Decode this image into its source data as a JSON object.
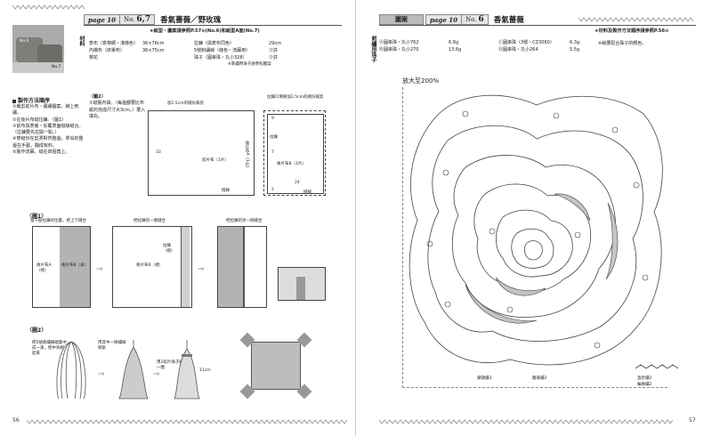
{
  "left": {
    "page_label": "page 10",
    "no_label": "No.",
    "no_value": "6,7",
    "title": "香氣薔薇／野玫瑰",
    "paper_note": "★紙型・圖案請參照P.57⊙(No.6)和紙型A面(No.7)",
    "photo_tags": [
      "No.6",
      "No.7"
    ],
    "materials_label": "材料",
    "materials_left": [
      {
        "name": "表布（意棉綢・淺綠色）",
        "size": "36×76cm"
      },
      {
        "name": "內襯布（床單布）",
        "size": "36×75cm"
      },
      {
        "name": "棉花",
        "size": ""
      }
    ],
    "materials_right": [
      {
        "name": "拉鍊（與表布同色）",
        "size": "29cm"
      },
      {
        "name": "5號刺繡線（綠色・流蘇用）",
        "size": "少許"
      },
      {
        "name": "珠子（圓串珠・丸小328）",
        "size": "少許"
      }
    ],
    "materials_note": "※刺繡用珠子請參照圖案",
    "steps_title": "製作方法順序",
    "steps": [
      "①裁剪前片布・畫繡圖案，線上刺繡。",
      "②在後片布縫拉鍊。〈圖1〉",
      "③前布與表番・反覆表面縫線縫合。（拉鍊要先拉開一點。）",
      "④穿縫份在剪燙對齊整邊，拿出的整邊在手藝，翻成有料。",
      "⑤製作流蘇，縫在四個角上。"
    ],
    "fig2_note_title": "〈圖2〉",
    "fig2_note": "①縫製內袋。（每邊都要比布紙的完成尺寸大3cm。）要入填充。",
    "diagram_labels": {
      "seam_add": "加1.5cm的縫份裁剪",
      "zip_add": "拉鍊口側要加2.5cm的縫份裁剪",
      "front": "前片布（1片）",
      "back": "後片布B（1片）",
      "back_a": "後片布A（1片）",
      "zip": "拉鍊",
      "cut": "折線",
      "fold": "摺線",
      "d33": "33",
      "d9": "9",
      "d7": "7",
      "d24": "24",
      "d2": "2"
    },
    "fig1_title": "〈圖1〉",
    "fig1_steps": [
      "留下裝拉鍊的位置，把上下縫合",
      "把拉鍊的一側縫合",
      "把拉鍊的另一側縫合"
    ],
    "fig1_labels": {
      "back_a": "後片布A（裡）",
      "back_b": "後片布B（表）",
      "back_b2": "後片布B（裡）",
      "zip": "拉鍊（裡）"
    },
    "fig2_title": "〈圖2〉",
    "fig2_steps": [
      "把5號刺繡線繞集中成一束，把中央綁起來",
      "用其中一條繡線捆紮",
      "用2段片珠子綁一圈"
    ],
    "fig2_dim": "11cm",
    "page_number": "56"
  },
  "right": {
    "section_label": "圖案",
    "page_label": "page 10",
    "no_label": "No.",
    "no_value": "6",
    "title": "香氣薔薇",
    "note_top": "★材料及製作方法順序請參照P.56⊙",
    "vlabel": "刺繡用珠子",
    "beads_left": [
      {
        "name": "Ⓐ圓串珠・丸小762",
        "qty": "6.8g"
      },
      {
        "name": "Ⓑ圓串珠・丸小270",
        "qty": "13.6g"
      }
    ],
    "beads_right": [
      {
        "name": "Ⓒ圓串珠（3號・CZ3060）",
        "qty": "6.3g"
      },
      {
        "name": "Ⓓ圓串珠・丸小264",
        "qty": "5.5g"
      }
    ],
    "beads_note": "※線要配合珠子的顏色。",
    "enlarge": "放大至200%",
    "bottom_labels": [
      "鎖鏈繡3",
      "雛菊繡2",
      "直針繡2",
      "輪廓繡2"
    ],
    "page_number": "57"
  },
  "colors": {
    "accent": "#777777",
    "header_bg": "#e6e6e6",
    "stroke": "#444444"
  }
}
